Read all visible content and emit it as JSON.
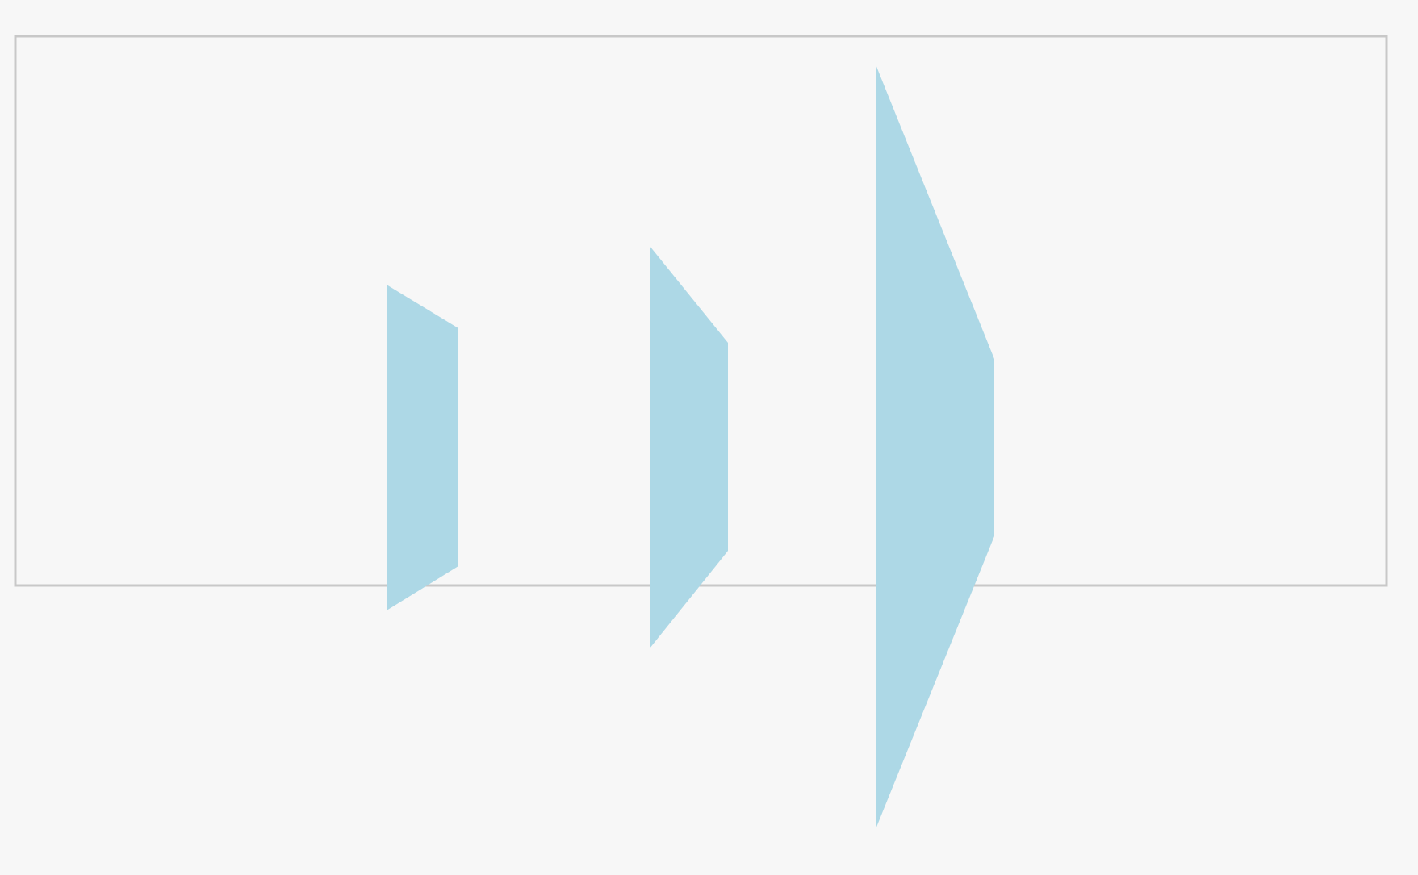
{
  "colors": {
    "background": "#f7f7f7",
    "frame_stroke": "#c8c8c8",
    "shape_fill": "#add8e6"
  },
  "shapes": [
    {
      "name": "small-left-trapezoid",
      "kind": "trapezoid-pointing-right"
    },
    {
      "name": "medium-middle-trapezoid",
      "kind": "trapezoid-pointing-right"
    },
    {
      "name": "large-right-trapezoid",
      "kind": "trapezoid-pointing-right"
    }
  ]
}
